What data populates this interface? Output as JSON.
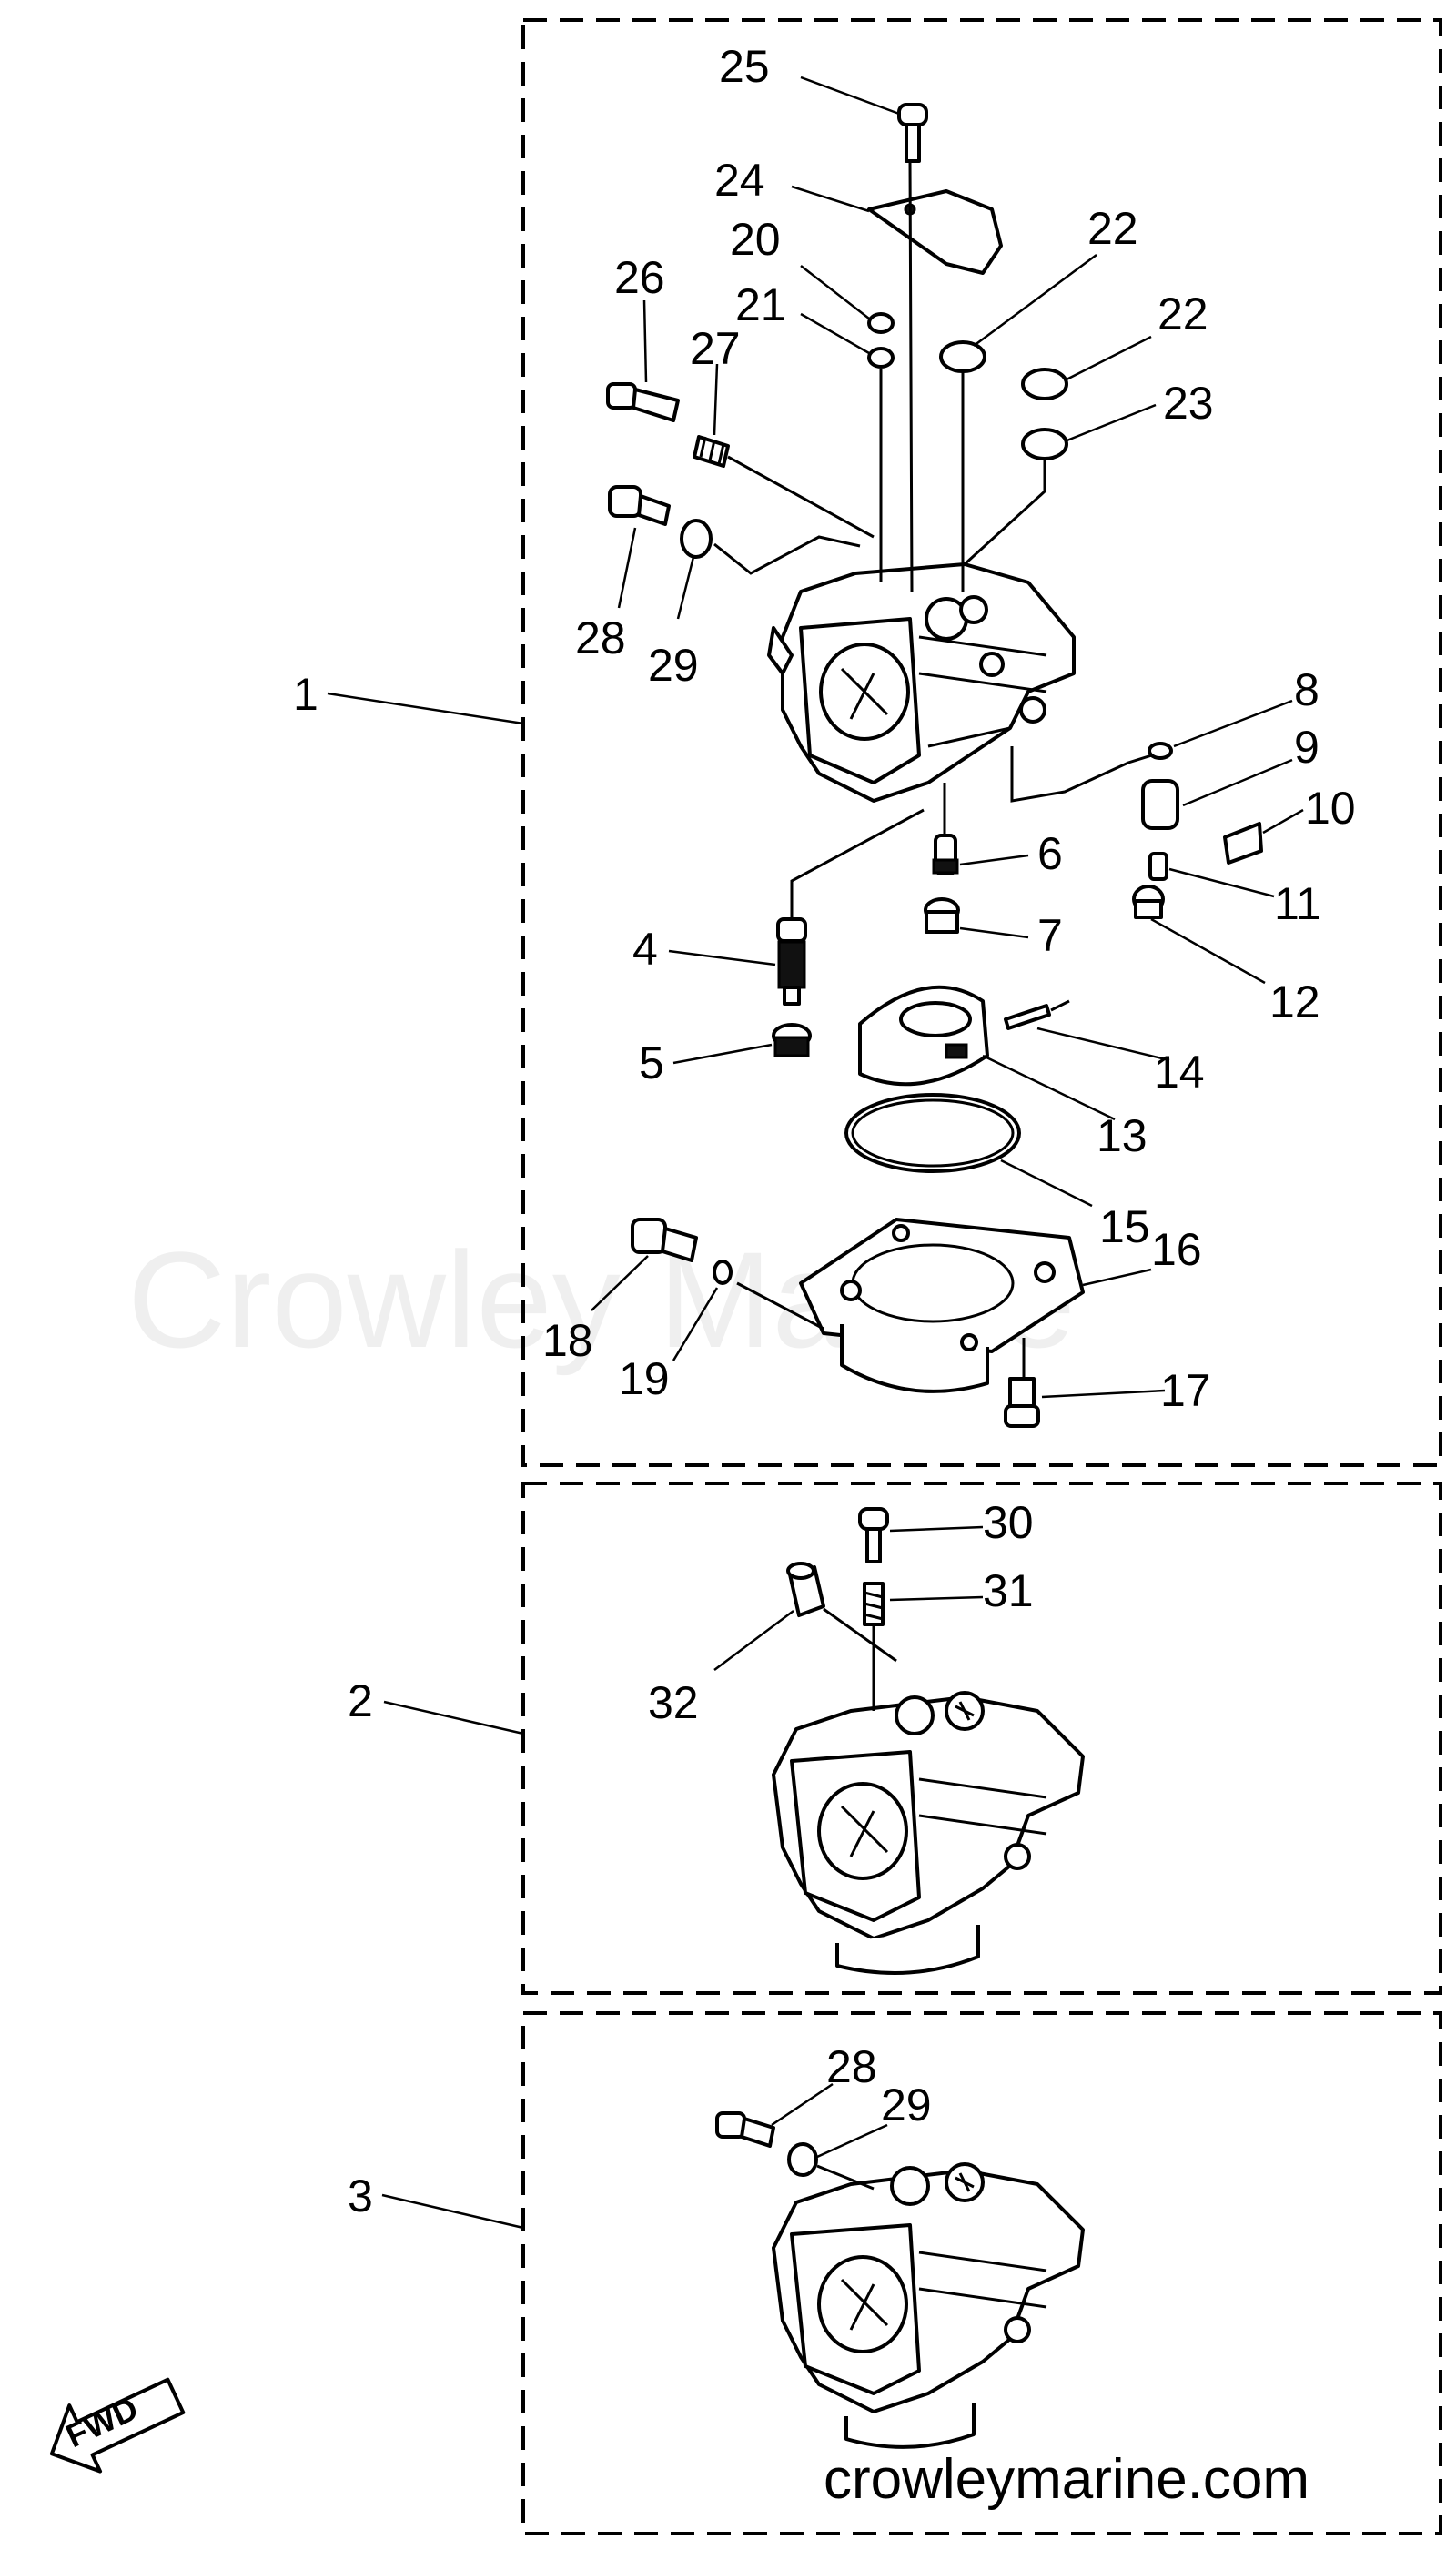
{
  "watermark": "Crowley Marine",
  "website": "crowleymarine.com",
  "direction_label": "FWD",
  "groups": [
    {
      "label": "1"
    },
    {
      "label": "2"
    },
    {
      "label": "3"
    }
  ],
  "callouts": {
    "c1": "1",
    "c2": "2",
    "c3": "3",
    "c4": "4",
    "c5": "5",
    "c6": "6",
    "c7": "7",
    "c8": "8",
    "c9": "9",
    "c10": "10",
    "c11": "11",
    "c12": "12",
    "c13": "13",
    "c14": "14",
    "c15": "15",
    "c16": "16",
    "c17": "17",
    "c18": "18",
    "c19": "19",
    "c20": "20",
    "c21": "21",
    "c22a": "22",
    "c22b": "22",
    "c23": "23",
    "c24": "24",
    "c25": "25",
    "c26": "26",
    "c27": "27",
    "c28a": "28",
    "c29a": "29",
    "c30": "30",
    "c31": "31",
    "c32": "32",
    "c28b": "28",
    "c29b": "29"
  }
}
